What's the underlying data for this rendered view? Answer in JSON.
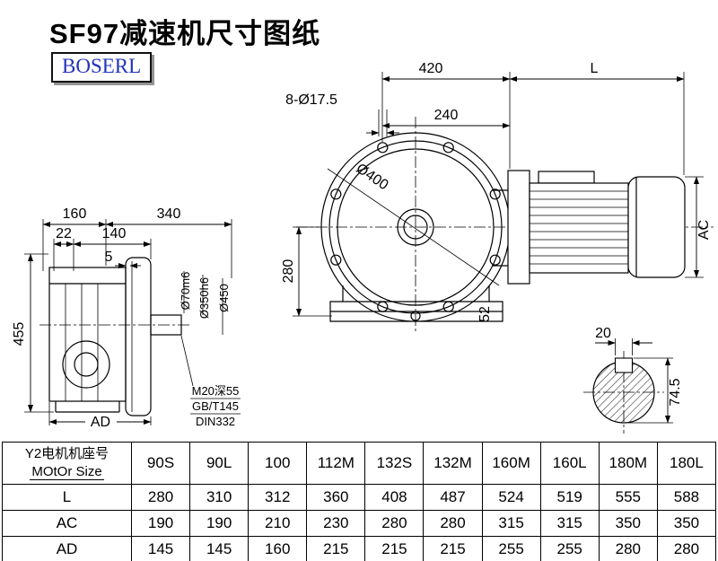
{
  "title": "SF97减速机尺寸图纸",
  "logo": "BOSERL",
  "drawing": {
    "dims": {
      "top_420": "420",
      "top_L": "L",
      "bolt_note": "8-Ø17.5",
      "d240": "240",
      "d400": "Ø400",
      "d280": "280",
      "d52": "52",
      "ac": "AC",
      "left_160": "160",
      "left_340": "340",
      "left_22": "22",
      "left_140": "140",
      "left_5": "5",
      "left_455": "455",
      "ad": "AD",
      "shaft_d70": "Ø70m6",
      "shaft_d350": "Ø350h6",
      "shaft_d450": "Ø450",
      "tap_note_1": "M20深55",
      "tap_note_2": "GB/T145",
      "tap_note_3": "DIN332",
      "key_width": "20",
      "key_height": "74.5"
    }
  },
  "table": {
    "header_cn": "Y2电机机座号",
    "header_en": "MOtOr Size",
    "columns": [
      "90S",
      "90L",
      "100",
      "112M",
      "132S",
      "132M",
      "160M",
      "160L",
      "180M",
      "180L"
    ],
    "rows": [
      {
        "label": "L",
        "values": [
          "280",
          "310",
          "312",
          "360",
          "408",
          "487",
          "524",
          "519",
          "555",
          "588"
        ]
      },
      {
        "label": "AC",
        "values": [
          "190",
          "190",
          "210",
          "230",
          "280",
          "280",
          "315",
          "315",
          "350",
          "350"
        ]
      },
      {
        "label": "AD",
        "values": [
          "145",
          "145",
          "160",
          "215",
          "215",
          "215",
          "255",
          "255",
          "280",
          "280"
        ]
      }
    ]
  },
  "colors": {
    "logo_text": "#2233bb",
    "line": "#000000"
  }
}
